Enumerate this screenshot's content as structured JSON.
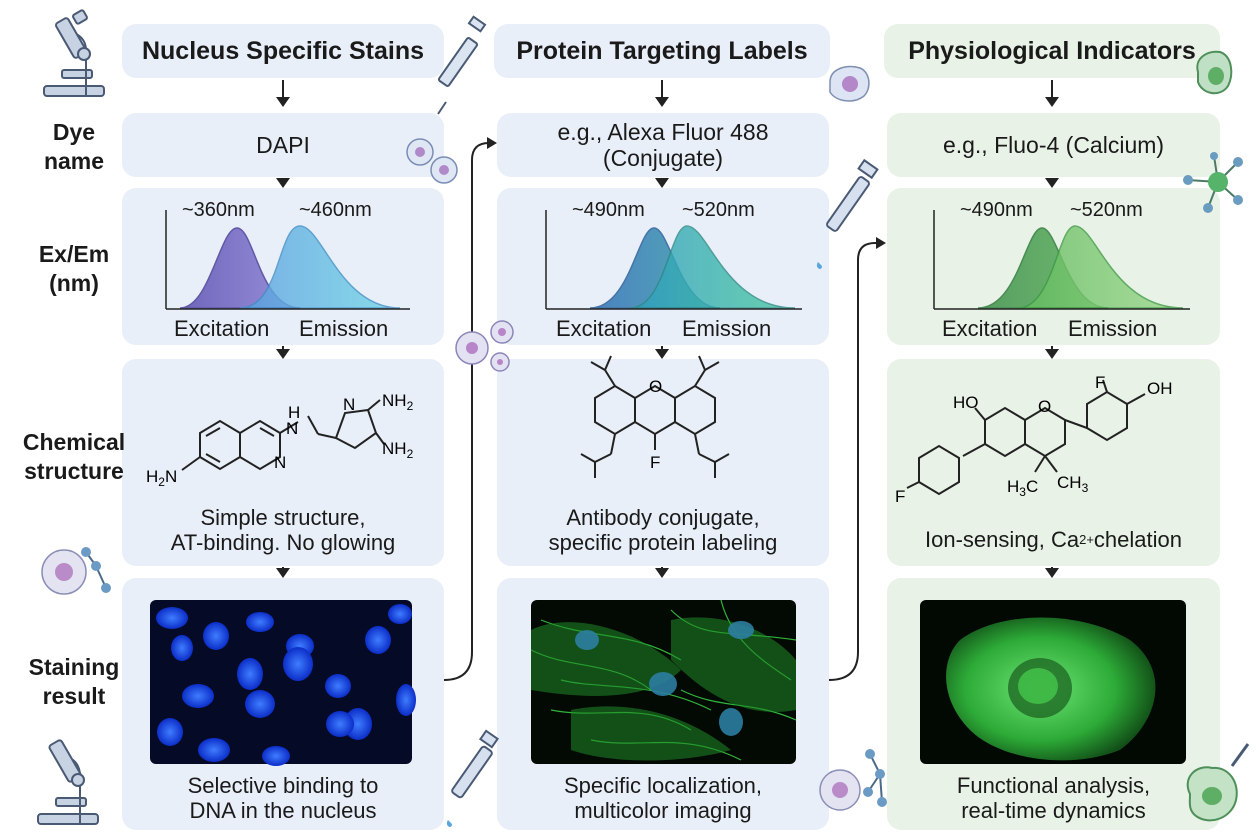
{
  "row_labels": {
    "dye": "Dye\nname",
    "exem": "Ex/Em\n(nm)",
    "chem": "Chemical\nstructure",
    "stain": "Staining\nresult"
  },
  "columns": [
    {
      "header": "Nucleus Specific Stains",
      "dye_name": "DAPI",
      "ex_label": "~360nm",
      "em_label": "~460nm",
      "excitation": "Excitation",
      "emission": "Emission",
      "atoms": [
        "H",
        "N",
        "NH2",
        "NH2",
        "N",
        "H2N",
        "N"
      ],
      "chem_desc": "Simple structure,\nAT-binding. No glowing",
      "result_desc": "Selective binding to\nDNA in the nucleus"
    },
    {
      "header": "Protein Targeting Labels",
      "dye_name": "e.g., Alexa Fluor 488\n(Conjugate)",
      "ex_label": "~490nm",
      "em_label": "~520nm",
      "excitation": "Excitation",
      "emission": "Emission",
      "atoms": [
        "O",
        "F"
      ],
      "chem_desc": "Antibody conjugate,\nspecific protein labeling",
      "result_desc": "Specific localization,\nmulticolor imaging"
    },
    {
      "header": "Physiological Indicators",
      "dye_name": "e.g., Fluo-4 (Calcium)",
      "ex_label": "~490nm",
      "em_label": "~520nm",
      "excitation": "Excitation",
      "emission": "Emission",
      "atoms": [
        "F",
        "OH",
        "HO",
        "O",
        "F",
        "H3C",
        "CH3"
      ],
      "chem_desc_pre": "Ion-sensing, Ca",
      "chem_desc_sup": "2+",
      "chem_desc_post": " chelation",
      "result_desc": "Functional analysis,\nreal-time dynamics"
    }
  ],
  "colors": {
    "blue_panel": "#e9eff8",
    "green_panel": "#e8f2e6",
    "dapi_ex": "#7a68c8",
    "dapi_em": "#5cc4e4",
    "alexa_ex": "#3f86c8",
    "alexa_em": "#3bc0a8",
    "fluo_ex": "#4ea85a",
    "fluo_em": "#7ccf6e"
  },
  "icons": [
    "microscope-icon",
    "syringe-icon",
    "cell-icon",
    "molecule-icon",
    "dropper-icon"
  ]
}
